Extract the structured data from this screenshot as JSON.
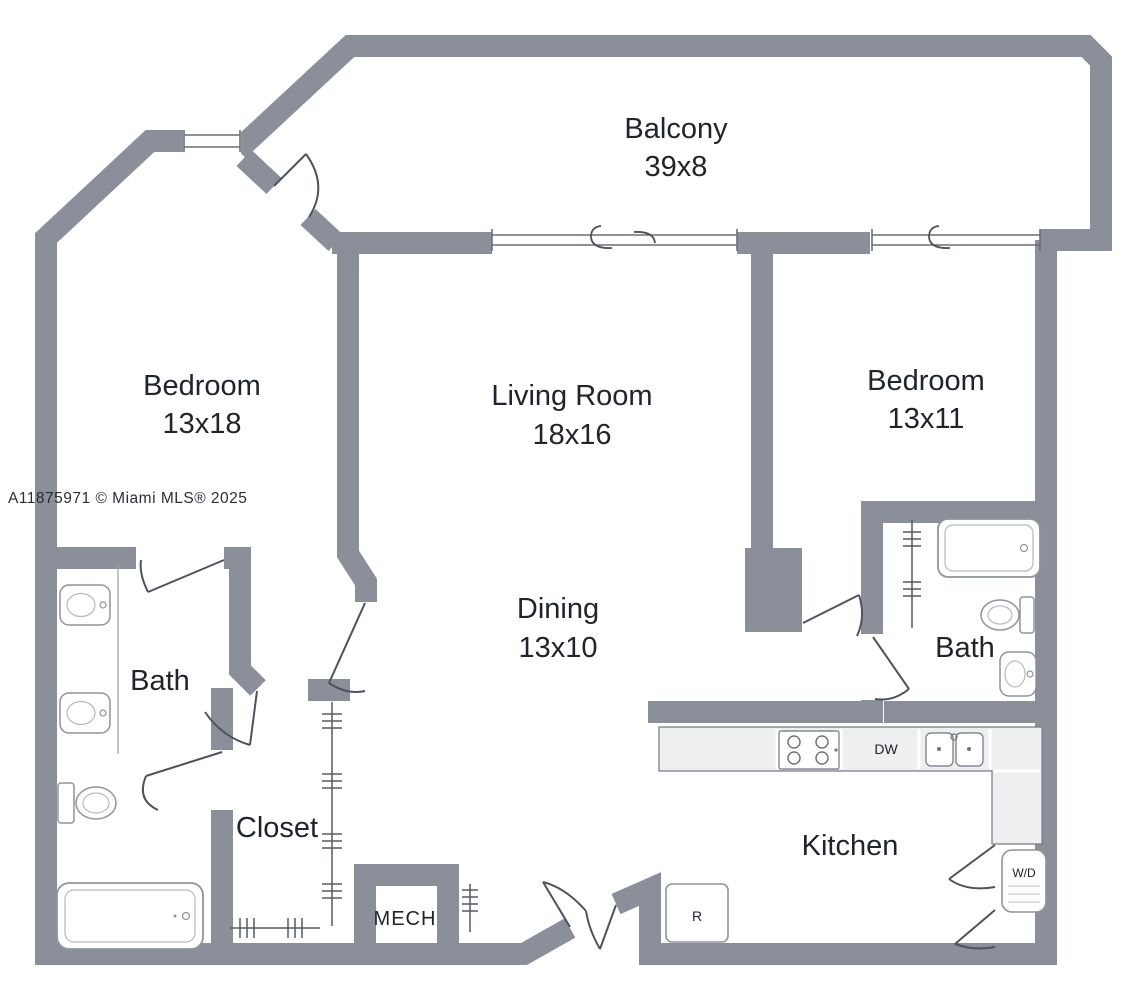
{
  "watermark": "A11875971 © Miami MLS® 2025",
  "rooms": {
    "balcony": {
      "name": "Balcony",
      "dims": "39x8"
    },
    "bedroom1": {
      "name": "Bedroom",
      "dims": "13x18"
    },
    "living": {
      "name": "Living Room",
      "dims": "18x16"
    },
    "bedroom2": {
      "name": "Bedroom",
      "dims": "13x11"
    },
    "bath1": {
      "name": "Bath"
    },
    "dining": {
      "name": "Dining",
      "dims": "13x10"
    },
    "bath2": {
      "name": "Bath"
    },
    "closet": {
      "name": "Closet"
    },
    "mech": {
      "name": "MECH"
    },
    "kitchen": {
      "name": "Kitchen"
    }
  },
  "appliances": {
    "dishwasher": "DW",
    "refrigerator": "R",
    "washer_dryer": "W/D"
  },
  "colors": {
    "wall": "#8a8f99",
    "label": "#20242c",
    "watermark": "#c3c7cd",
    "fixture": "#8f949c",
    "fixture_light": "#b4b9c0",
    "counter": "#edeff1"
  }
}
